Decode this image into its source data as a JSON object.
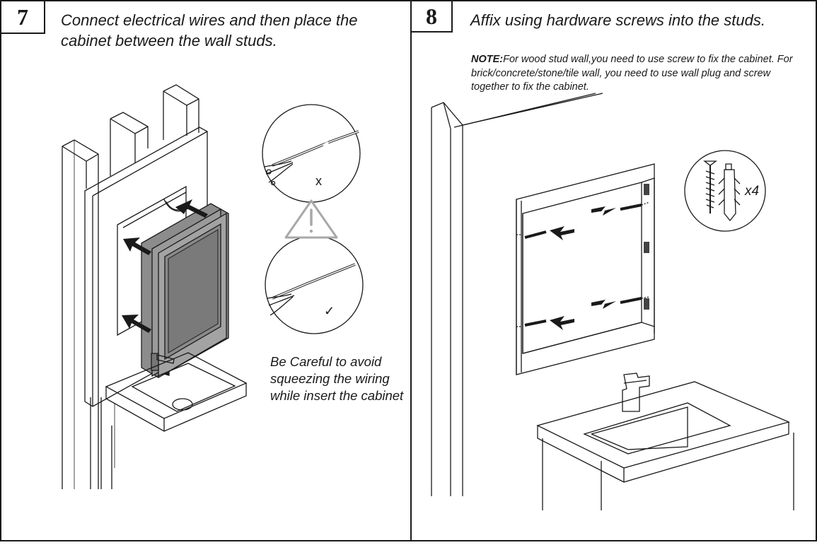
{
  "steps": [
    {
      "number": "7",
      "title": "Connect electrical wires and then place the cabinet between the wall studs.",
      "caution": "Be Careful to avoid squeezing the wiring while insert the cabinet",
      "wrong_mark": "x",
      "right_mark": "✓",
      "icons": [
        "warning-triangle-icon",
        "wire-detail-wrong",
        "wire-detail-correct"
      ]
    },
    {
      "number": "8",
      "title": "Affix using hardware screws into the studs.",
      "note_label": "NOTE:",
      "note_text": "For wood stud wall,you need to use screw to fix the cabinet. For brick/concrete/stone/tile wall, you need to use wall plug and screw together to fix the cabinet.",
      "quantity": "x4",
      "icons": [
        "screw-icon",
        "wall-plug-icon",
        "arrow-icon"
      ]
    }
  ],
  "colors": {
    "line": "#1a1a1a",
    "cabinet_gray": "#8c8c8c",
    "cabinet_dark": "#5a5a5a"
  }
}
